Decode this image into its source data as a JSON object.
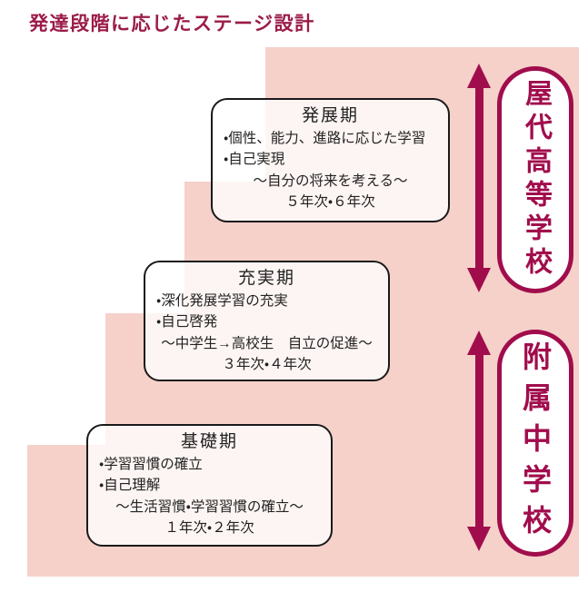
{
  "page": {
    "title": "発達段階に応じたステージ設計"
  },
  "stages": [
    {
      "title": "発展期",
      "bullet1": "・個性、能力、進路に応じた学習",
      "bullet2": "・自己実現",
      "subtitle": "～自分の将来を考える～",
      "years": "５年次・６年次"
    },
    {
      "title": "充実期",
      "bullet1": "・深化発展学習の充実",
      "bullet2": "・自己啓発",
      "subtitle": "～中学生→高校生　自立の促進～",
      "years": "３年次・４年次"
    },
    {
      "title": "基礎期",
      "bullet1": "・学習習慣の確立",
      "bullet2": "・自己理解",
      "subtitle": "～生活習慣・学習習慣の確立～",
      "years": "１年次・２年次"
    }
  ],
  "schools": [
    {
      "name": "屋代高等学校"
    },
    {
      "name": "附属中学校"
    }
  ],
  "colors": {
    "accent_maroon": "#a10d4c",
    "title_maroon": "#9b1b48",
    "step_pink": "#f5d1ca",
    "box_border": "#1a1a1a"
  }
}
